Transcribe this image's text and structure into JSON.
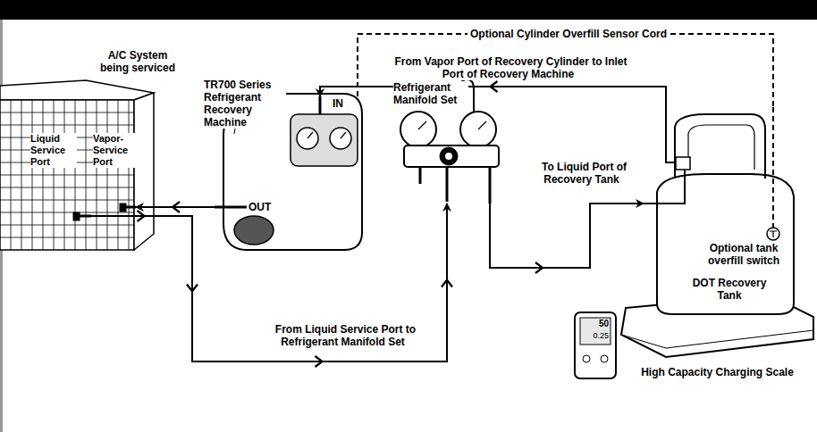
{
  "diagram": {
    "nodes": [
      {
        "text": [
          "A/C System being serviced"
        ]
      },
      {
        "text": [
          "Liquid Service Port"
        ],
        "in": 0
      },
      {
        "text": [
          "Vapor-Service Port"
        ],
        "in": 0
      },
      {
        "text": [
          "TR700 Series Refrigerant Recovery Machine"
        ]
      },
      {
        "text": [
          "Refrigerant Manifold Set"
        ]
      },
      {
        "text": [
          "DOT Recovery Tank"
        ]
      },
      {
        "text": [
          "High Capacity Charging Scale"
        ]
      }
    ],
    "edges": [
      {
        "from": 3,
        "to": 2,
        "arrow": "to"
      },
      {
        "from": 1,
        "to": 4,
        "arrow": "to",
        "label": "From Liquid Service Port to Refrigerant Manifold Set"
      },
      {
        "from": 4,
        "to": 5,
        "arrow": "to",
        "label": "To Liquid Port of Recovery Tank"
      },
      {
        "from": 5,
        "to": 3,
        "arrow": "to",
        "label": "From Vapor Port of Recovery Cylinder to Inlet Port of Recovery Machine"
      },
      {
        "from": 3,
        "to": 5,
        "arrow": "none",
        "label": "Optional Cylinder Overfill Sensor Cord"
      }
    ],
    "labels": [
      "IN",
      "OUT",
      "50",
      "0.25",
      "Optional tank overfill switch"
    ]
  }
}
